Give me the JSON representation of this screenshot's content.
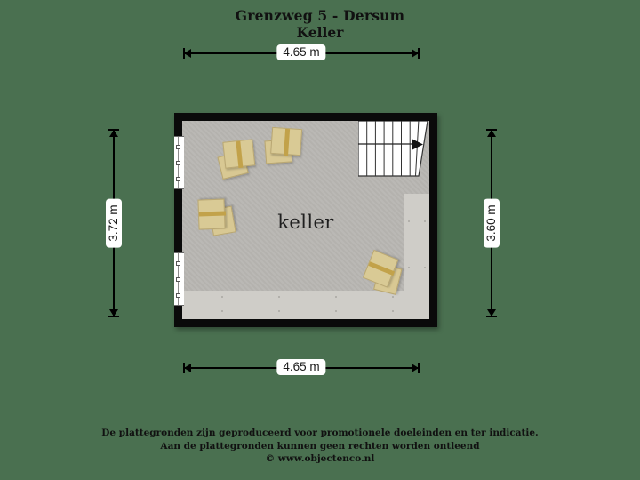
{
  "page": {
    "background_color": "#4a7050",
    "plan_wall_color": "#0a0a0a",
    "plan_floor_color": "#b8b6b2",
    "plan_band_color": "#cfcdc8",
    "box_color": "#d9ca95",
    "box_tape_color": "#c2a24a"
  },
  "header": {
    "title": "Grenzweg 5 - Dersum",
    "subtitle": "Keller"
  },
  "dimensions": {
    "top": "4.65 m",
    "bottom": "4.65 m",
    "left": "3.72 m",
    "right": "3.60 m"
  },
  "plan": {
    "room_label": "keller",
    "stairs": {
      "name": "staircase",
      "tread_count": 7,
      "direction": "right"
    },
    "windows": [
      {
        "name": "window-upper-left"
      },
      {
        "name": "window-lower-left"
      }
    ],
    "boxes": [
      {
        "name": "cardboard-box-1"
      },
      {
        "name": "cardboard-box-2"
      },
      {
        "name": "cardboard-box-3"
      },
      {
        "name": "cardboard-box-4"
      }
    ]
  },
  "footer": {
    "line1": "De plattegronden zijn geproduceerd voor promotionele doeleinden en ter indicatie.",
    "line2": "Aan de plattegronden kunnen geen rechten worden ontleend",
    "line3": "© www.objectenco.nl"
  }
}
